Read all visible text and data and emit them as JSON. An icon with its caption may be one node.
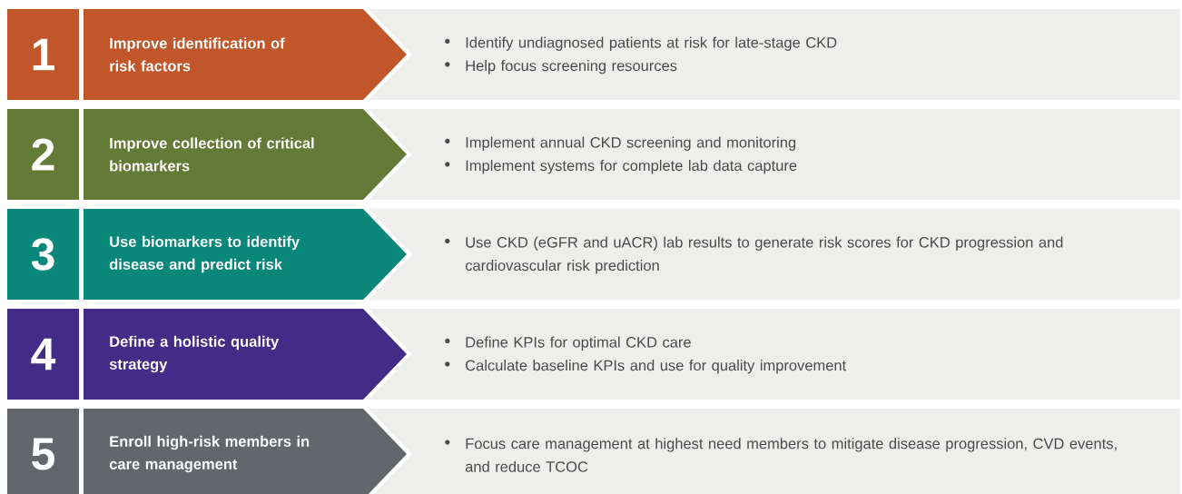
{
  "diagram": {
    "nodes": [
      {
        "text": [
          "1"
        ]
      },
      {
        "text": [
          "Improve identification of risk factors"
        ]
      },
      {
        "text": [
          "Identify undiagnosed patients at risk for late-stage CKD",
          "Help focus screening resources"
        ]
      },
      {
        "text": [
          "2"
        ]
      },
      {
        "text": [
          "Improve collection of critical biomarkers"
        ]
      },
      {
        "text": [
          "Implement annual CKD screening and monitoring",
          "Implement systems for complete lab data capture"
        ]
      },
      {
        "text": [
          "3"
        ]
      },
      {
        "text": [
          "Use biomarkers to identify disease and predict risk"
        ]
      },
      {
        "text": [
          "Use CKD (eGFR and uACR) lab results to generate risk scores for CKD progression and cardiovascular risk prediction"
        ]
      },
      {
        "text": [
          "4"
        ]
      },
      {
        "text": [
          "Define a holistic quality strategy"
        ]
      },
      {
        "text": [
          "Define KPIs for optimal CKD care",
          "Calculate baseline KPIs and use for quality improvement"
        ]
      },
      {
        "text": [
          "5"
        ]
      },
      {
        "text": [
          "Enroll high-risk members in care management"
        ]
      },
      {
        "text": [
          "Focus care management at highest need members to mitigate disease progression, CVD events, and reduce TCOC"
        ]
      }
    ]
  }
}
